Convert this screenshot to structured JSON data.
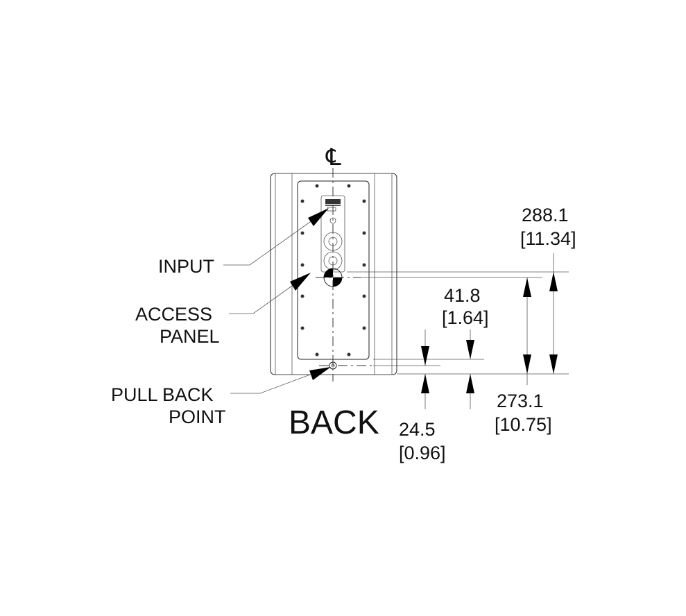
{
  "drawing": {
    "view_title": "BACK",
    "centerline_symbol": "℄",
    "callouts": {
      "input": "INPUT",
      "access_panel_line1": "ACCESS",
      "access_panel_line2": "PANEL",
      "pull_back_line1": "PULL BACK",
      "pull_back_line2": "POINT"
    },
    "dimensions": {
      "d288_mm": "288.1",
      "d288_in": "[11.34]",
      "d41_mm": "41.8",
      "d41_in": "[1.64]",
      "d273_mm": "273.1",
      "d273_in": "[10.75]",
      "d24_mm": "24.5",
      "d24_in": "[0.96]"
    }
  }
}
